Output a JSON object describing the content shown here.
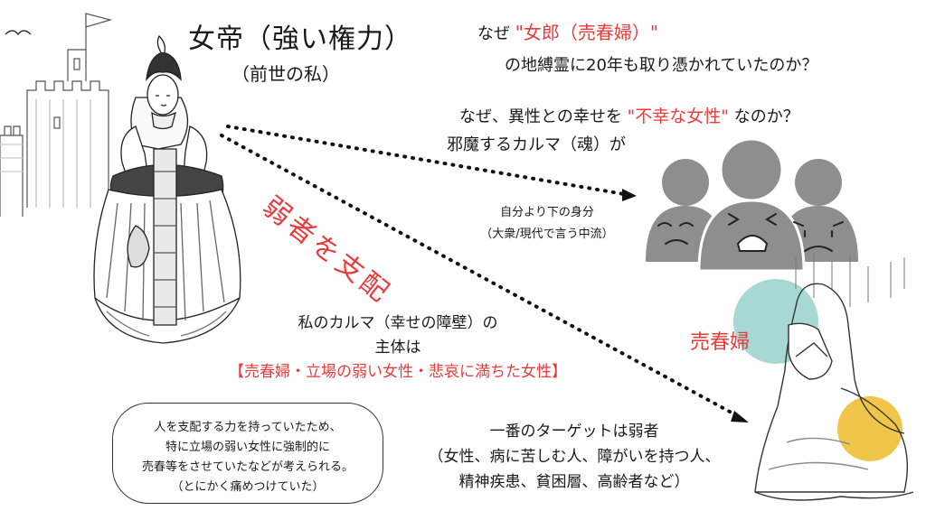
{
  "title": "女帝（強い権力）",
  "subtitle": "（前世の私）",
  "question1": {
    "prefix": "なぜ ",
    "highlight": "\"女郎（売春婦）\"",
    "line2": "の地縛霊に20年も取り憑かれていたのか？"
  },
  "question2": {
    "prefix": "なぜ、異性との幸せを ",
    "highlight": "\"不幸な女性\"",
    "suffix": " なのか？"
  },
  "karma_label": "邪魔するカルマ（魂）が",
  "lower_class": {
    "line1": "自分より下の身分",
    "line2": "（大衆/現代で言う中流）"
  },
  "slogan": "弱者を支配",
  "karma_subject": {
    "line1": "私のカルマ（幸せの障壁）の",
    "line2": "主体は",
    "line3": "【売春婦・立場の弱い女性・悲哀に満ちた女性】"
  },
  "info_box": {
    "line1": "人を支配する力を持っていたため、",
    "line2": "特に立場の弱い女性に強制的に",
    "line3": "売春等をさせていたなどが考えられる。",
    "line4": "（とにかく痛めつけていた）"
  },
  "targets": {
    "line1": "一番のターゲットは弱者",
    "line2": "（女性、病に苦しむ人、障がいを持つ人、",
    "line3": "精神疾患、貧困層、高齢者など）"
  },
  "prostitute_label": "売春婦",
  "colors": {
    "accent_red": "#e83b3b",
    "group_gray": "#8e8e8e",
    "teal_circle": "#a8d8d4",
    "yellow_circle": "#f0c64a"
  },
  "icons": [
    "castle-illustration",
    "empress-illustration",
    "sad-group-icon",
    "crying-woman-illustration",
    "bird-icon",
    "flag-icon"
  ]
}
